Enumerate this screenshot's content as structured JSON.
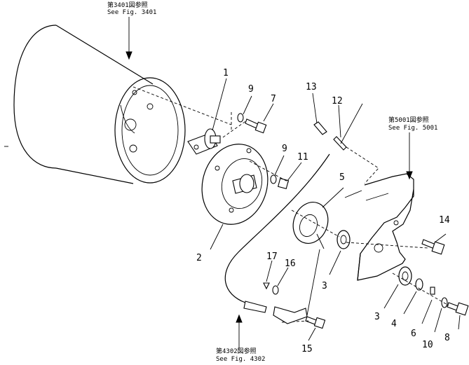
{
  "refs": {
    "fig3401": {
      "jp": "第3401図参照",
      "en": "See  Fig. 3401"
    },
    "fig5001": {
      "jp": "第5001図参照",
      "en": "See  Fig. 5001"
    },
    "fig4302": {
      "jp": "第4302図参照",
      "en": "See  Fig. 4302"
    }
  },
  "parts": {
    "p1": "1",
    "p2": "2",
    "p3a": "3",
    "p3b": "3",
    "p4": "4",
    "p5": "5",
    "p6": "6",
    "p7": "7",
    "p8": "8",
    "p9a": "9",
    "p9b": "9",
    "p10": "10",
    "p11": "11",
    "p12": "12",
    "p13": "13",
    "p14": "14",
    "p15": "15",
    "p16": "16",
    "p17": "17"
  }
}
